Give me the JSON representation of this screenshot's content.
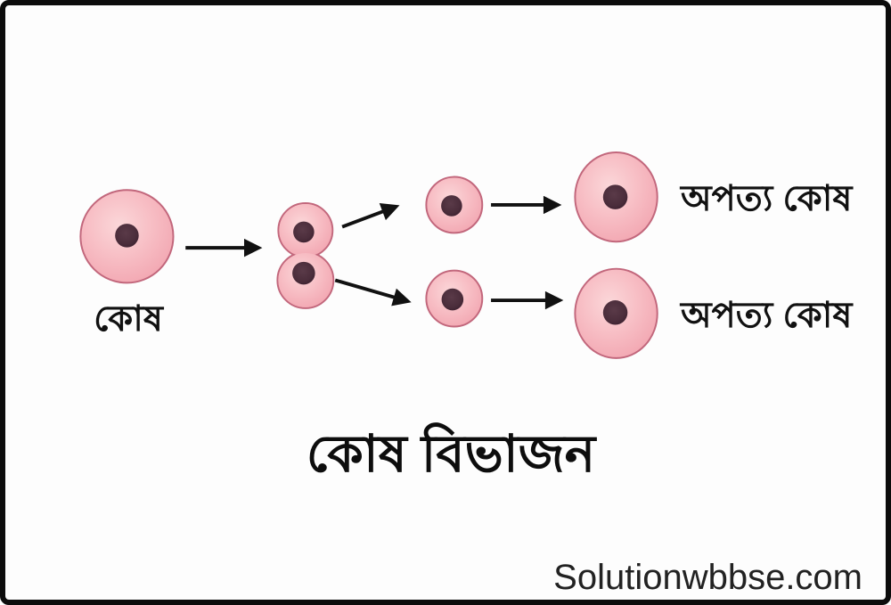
{
  "title": "কোষ বিভাজন",
  "watermark": "Solutionwbbse.com",
  "labels": {
    "parent_cell": "কোষ",
    "daughter_cell_1": "অপত্য কোষ",
    "daughter_cell_2": "অপত্য কোষ"
  },
  "colors": {
    "background": "#fdfdfd",
    "frame_border": "#0c0c0c",
    "cell_fill_center": "#fbd7d9",
    "cell_fill_edge": "#f2a6b1",
    "cell_stroke": "#c2677c",
    "nucleus_fill": "#4b2d3b",
    "nucleus_edge": "#3c2130",
    "arrow": "#111111",
    "text": "#111111"
  }
}
